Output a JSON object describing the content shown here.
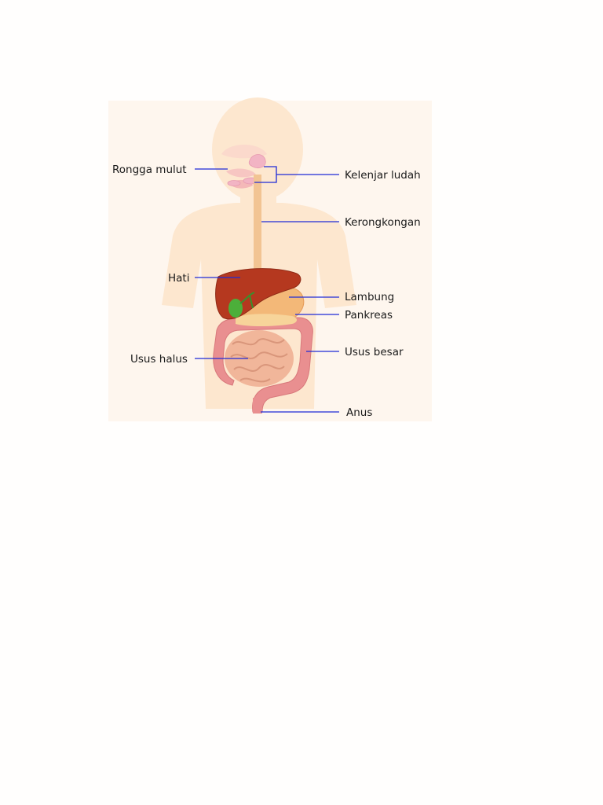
{
  "diagram": {
    "labels": {
      "rongga_mulut": "Rongga mulut",
      "kelenjar_ludah": "Kelenjar ludah",
      "kerongkongan": "Kerongkongan",
      "hati": "Hati",
      "lambung": "Lambung",
      "pankreas": "Pankreas",
      "usus_halus": "Usus halus",
      "usus_besar": "Usus besar",
      "anus": "Anus"
    },
    "colors": {
      "body": "#fde7cf",
      "panel": "#fef6ee",
      "leader": "#1f2bd6",
      "liver": "#b5381f",
      "gallbladder": "#4caf3a",
      "stomach": "#f3b878",
      "pancreas": "#f7d49a",
      "small_intestine": "#f1b69a",
      "large_intestine": "#e98f90",
      "esophagus": "#f2c493",
      "salivary_glands": "#f2b4c4"
    }
  }
}
